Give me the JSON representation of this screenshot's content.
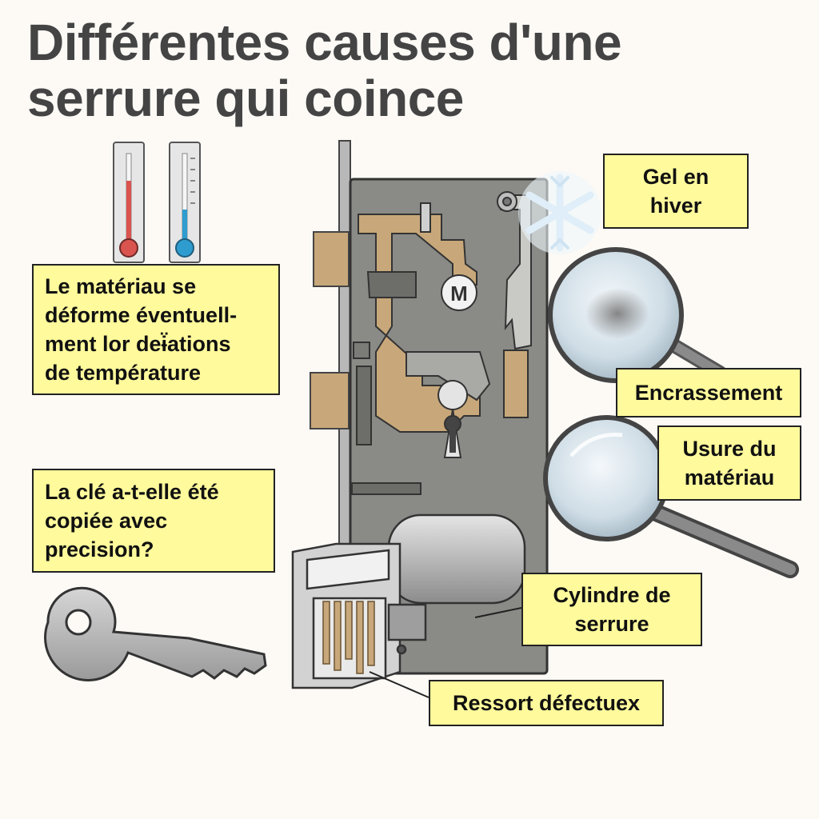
{
  "title": {
    "line1": "Différentes causes d'une",
    "line2": "serrure qui coince"
  },
  "labels": {
    "frost": {
      "lines": [
        "Gel en",
        "hiver"
      ]
    },
    "temperature": {
      "lines": [
        "Le matériau se",
        "déforme éventuell-",
        "ment lor deɨ̈ations",
        "de température"
      ]
    },
    "dirt": {
      "lines": [
        "Encrassement"
      ]
    },
    "wear": {
      "lines": [
        "Usure du",
        "matériau"
      ]
    },
    "key_copy": {
      "lines": [
        "La clé a-t-elle été",
        "copiée avec",
        "precision?"
      ]
    },
    "cylinder": {
      "lines": [
        "Cylindre de",
        "serrure"
      ]
    },
    "spring": {
      "lines": [
        "Ressort défectuex"
      ]
    }
  },
  "lock_badge": "M",
  "colors": {
    "label_bg": "#fffa9c",
    "lock_body": "#8a8a86",
    "brass": "#c8a87a",
    "thermo_red": "#d9534f",
    "thermo_blue": "#2f9ccf"
  }
}
